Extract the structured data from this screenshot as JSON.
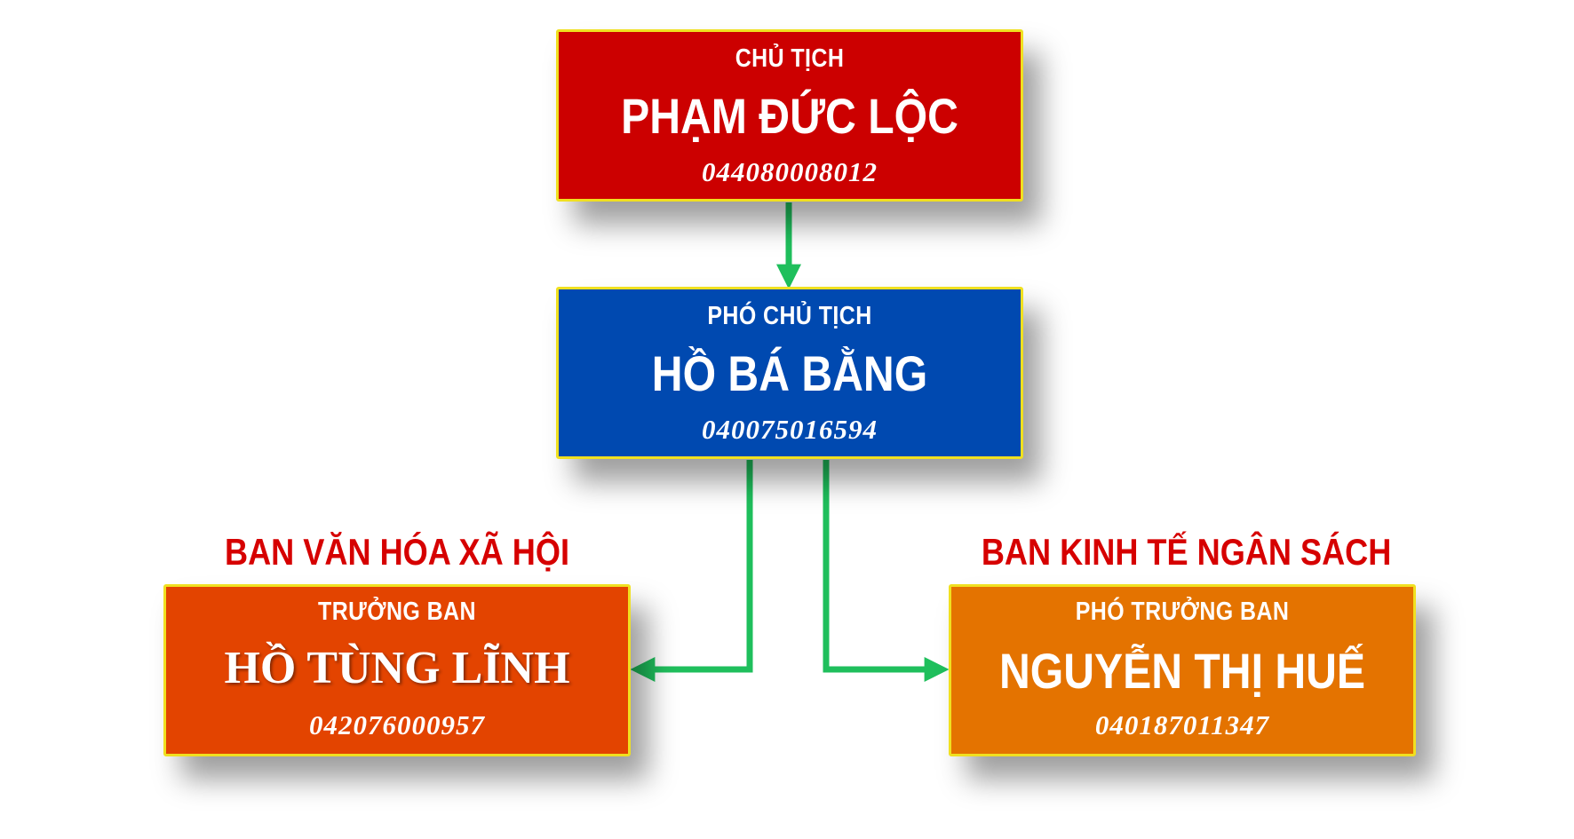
{
  "colors": {
    "chair_box": "#cc0000",
    "vice_box": "#0049b0",
    "culture_box": "#e34400",
    "budget_box": "#e47300",
    "box_border": "#f0e020",
    "connector": "#1fbf5c",
    "dept_title": "#d60000"
  },
  "chair": {
    "role": "CHỦ TỊCH",
    "name": "PHẠM ĐỨC LỘC",
    "id": "044080008012"
  },
  "vice_chair": {
    "role": "PHÓ CHỦ TỊCH",
    "name": "HỒ BÁ BẰNG",
    "id": "040075016594"
  },
  "culture_committee": {
    "title": "BAN VĂN HÓA XÃ HỘI",
    "role": "TRƯỞNG BAN",
    "name": "HỒ TÙNG LĨNH",
    "id": "042076000957"
  },
  "budget_committee": {
    "title": "BAN KINH TẾ NGÂN SÁCH",
    "role": "PHÓ TRƯỞNG BAN",
    "name": "NGUYỄN THỊ HUẾ",
    "id": "040187011347"
  }
}
